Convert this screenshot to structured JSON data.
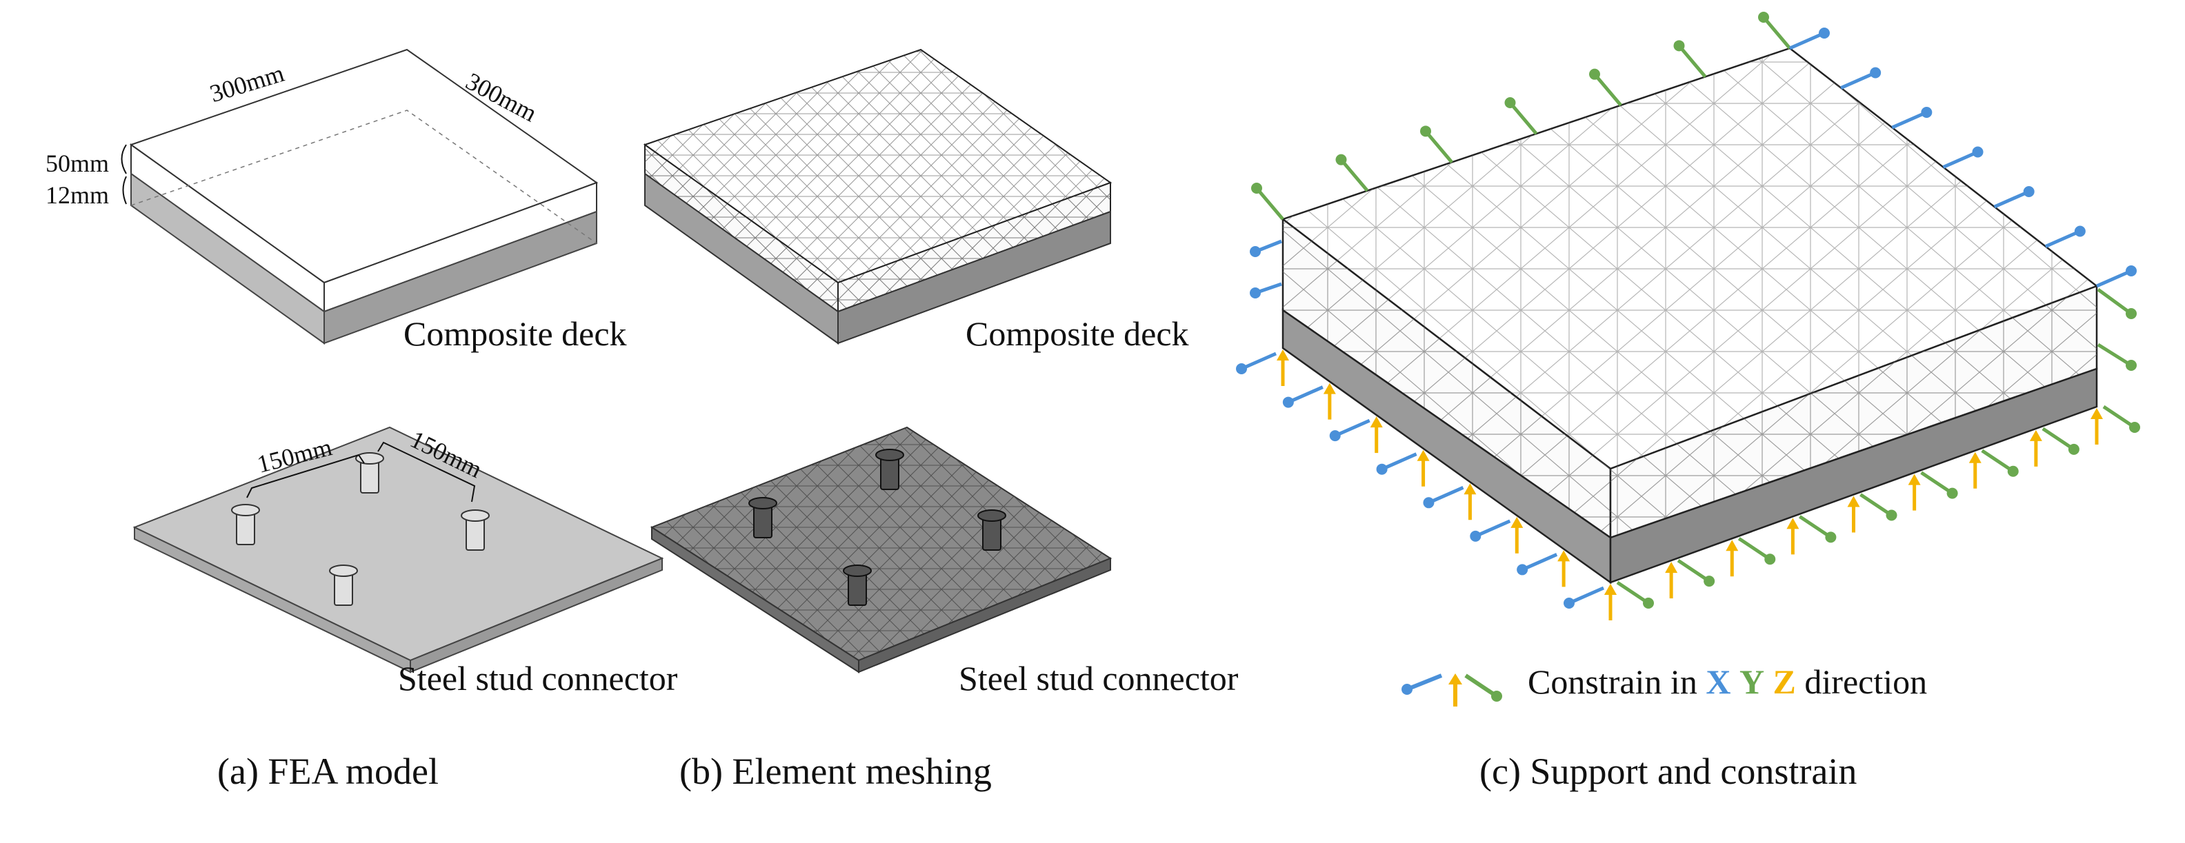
{
  "colors": {
    "x": "#4a90d9",
    "y": "#6aa84f",
    "z": "#f4b400",
    "steel_plate": "#c8c8c8",
    "steel_mesh": "#8a8a8a",
    "concrete": "#ffffff"
  },
  "panel_a": {
    "dim_width": "300mm",
    "dim_depth": "300mm",
    "dim_concrete": "50mm",
    "dim_steel": "12mm",
    "deck_label": "Composite deck",
    "stud_dim_1": "150mm",
    "stud_dim_2": "150mm",
    "stud_label": "Steel stud connector",
    "caption": "(a) FEA model"
  },
  "panel_b": {
    "deck_label": "Composite deck",
    "stud_label": "Steel stud connector",
    "caption": "(b) Element meshing"
  },
  "panel_c": {
    "legend_prefix": "Constrain in",
    "legend_x": "X",
    "legend_y": "Y",
    "legend_z": "Z",
    "legend_suffix": "direction",
    "caption": "(c) Support and constrain"
  },
  "icons": {
    "x_arrow": "blue-arrow-icon",
    "y_arrow": "green-arrow-icon",
    "z_arrow": "yellow-arrow-icon"
  }
}
